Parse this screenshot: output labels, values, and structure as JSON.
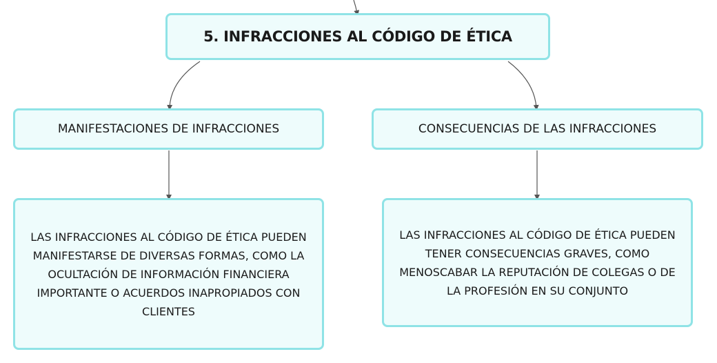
{
  "root": {
    "label": "5. INFRACCIONES AL CÓDIGO DE ÉTICA"
  },
  "branches": [
    {
      "label": "MANIFESTACIONES DE INFRACCIONES",
      "detail": "LAS INFRACCIONES AL CÓDIGO DE ÉTICA PUEDEN MANIFESTARSE DE DIVERSAS FORMAS, COMO LA OCULTACIÓN DE INFORMACIÓN FINANCIERA IMPORTANTE O ACUERDOS INAPROPIADOS CON CLIENTES"
    },
    {
      "label": "CONSECUENCIAS DE LAS INFRACCIONES",
      "detail": "LAS INFRACCIONES AL CÓDIGO DE ÉTICA PUEDEN TENER CONSECUENCIAS GRAVES, COMO MENOSCABAR LA REPUTACIÓN DE COLEGAS O DE LA PROFESIÓN EN SU CONJUNTO"
    }
  ],
  "colors": {
    "node_fill": "#eefcfc",
    "node_border": "#8fe3e6",
    "connector": "#555555"
  }
}
